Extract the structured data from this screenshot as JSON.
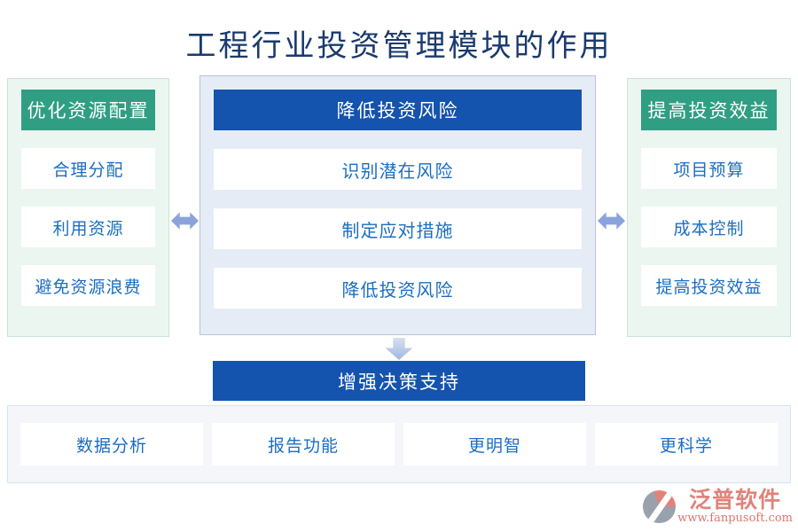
{
  "title": "工程行业投资管理模块的作用",
  "panels": {
    "left": {
      "header": "优化资源配置",
      "items": [
        "合理分配",
        "利用资源",
        "避免资源浪费"
      ]
    },
    "center": {
      "header": "降低投资风险",
      "items": [
        "识别潜在风险",
        "制定应对措施",
        "降低投资风险"
      ]
    },
    "right": {
      "header": "提高投资效益",
      "items": [
        "项目预算",
        "成本控制",
        "提高投资效益"
      ]
    }
  },
  "decision": {
    "banner": "增强决策支持",
    "items": [
      "数据分析",
      "报告功能",
      "更明智",
      "更科学"
    ]
  },
  "watermark": {
    "brand": "泛普软件",
    "url": "www.fanpusoft.com"
  },
  "icons": {
    "left_arrow": "left-right-double-arrow",
    "right_arrow": "left-right-double-arrow",
    "down_arrow": "down-arrow",
    "logo": "fanpu-logo"
  },
  "colors": {
    "title_text": "#1a3a6e",
    "green_header_bg": "#309e82",
    "blue_header_bg": "#1453ae",
    "item_text": "#1b6ec2",
    "green_panel_bg": "#ebf6f1",
    "blue_panel_bg": "#e6ecf6",
    "bottom_panel_bg": "#f4f6f9",
    "arrow": "#8ba3dc",
    "watermark": "#e0837b"
  }
}
